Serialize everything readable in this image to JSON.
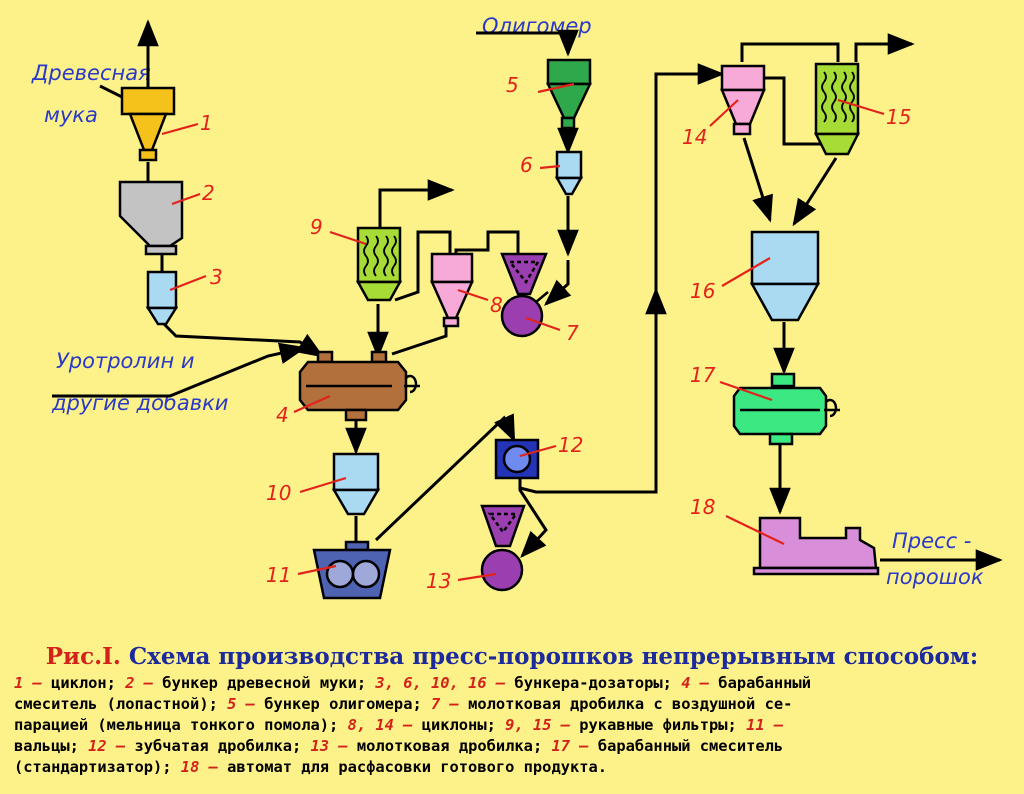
{
  "diagram": {
    "labels": {
      "wood_flour": [
        "Древесная",
        "мука"
      ],
      "oligomer": "Олигомер",
      "urotropin": [
        "Уротролин и",
        "другие добавки"
      ],
      "press_powder": [
        "Пресс -",
        "порошок"
      ]
    },
    "numbers": [
      "1",
      "2",
      "3",
      "4",
      "5",
      "6",
      "7",
      "8",
      "9",
      "10",
      "11",
      "12",
      "13",
      "14",
      "15",
      "16",
      "17",
      "18"
    ],
    "colors": {
      "background": "#fdf28a",
      "cyclon_yellow": "#f5c21c",
      "bunker_grey": "#c3c3c3",
      "dosing_blue": "#a9daf2",
      "mixer_brown": "#b2703c",
      "oligomer_green": "#2ea84a",
      "crusher_purple": "#9b3fb0",
      "cyclone_pink": "#f7a9d8",
      "filter_green": "#a6dc35",
      "rollers_blue": "#4f63b3",
      "gear_crusher": "#2334b7",
      "mixer_green": "#3ce882",
      "packer_violet": "#d88ed8",
      "label_blue": "#2a39c8",
      "number_red": "#e3231b"
    }
  },
  "caption": {
    "prefix": "Рис.I.",
    "title": "Схема производства пресс-порошков непрерывным способом:"
  },
  "legend": [
    [
      {
        "n": "1 —"
      },
      {
        "t": " циклон; "
      },
      {
        "n": "2 —"
      },
      {
        "t": " бункер древесной муки; "
      },
      {
        "n": "3, 6, 10, 16 —"
      },
      {
        "t": " бункера-дозаторы; "
      },
      {
        "n": "4 —"
      },
      {
        "t": " барабанный"
      }
    ],
    [
      {
        "t": "смеситель (лопастной); "
      },
      {
        "n": "5 —"
      },
      {
        "t": " бункер олигомера; "
      },
      {
        "n": "7 —"
      },
      {
        "t": " молотковая дробилка с воздушной се-"
      }
    ],
    [
      {
        "t": "парацией (мельница тонкого помола); "
      },
      {
        "n": "8, 14 —"
      },
      {
        "t": " циклоны; "
      },
      {
        "n": "9, 15 —"
      },
      {
        "t": " рукавные фильтры; "
      },
      {
        "n": "11 —"
      }
    ],
    [
      {
        "t": "вальцы; "
      },
      {
        "n": "12 —"
      },
      {
        "t": " зубчатая дробилка; "
      },
      {
        "n": "13 —"
      },
      {
        "t": " молотковая дробилка; "
      },
      {
        "n": "17 —"
      },
      {
        "t": " барабанный смеситель"
      }
    ],
    [
      {
        "t": "(стандартизатор); "
      },
      {
        "n": "18 —"
      },
      {
        "t": " автомат для расфасовки готового продукта."
      }
    ]
  ]
}
